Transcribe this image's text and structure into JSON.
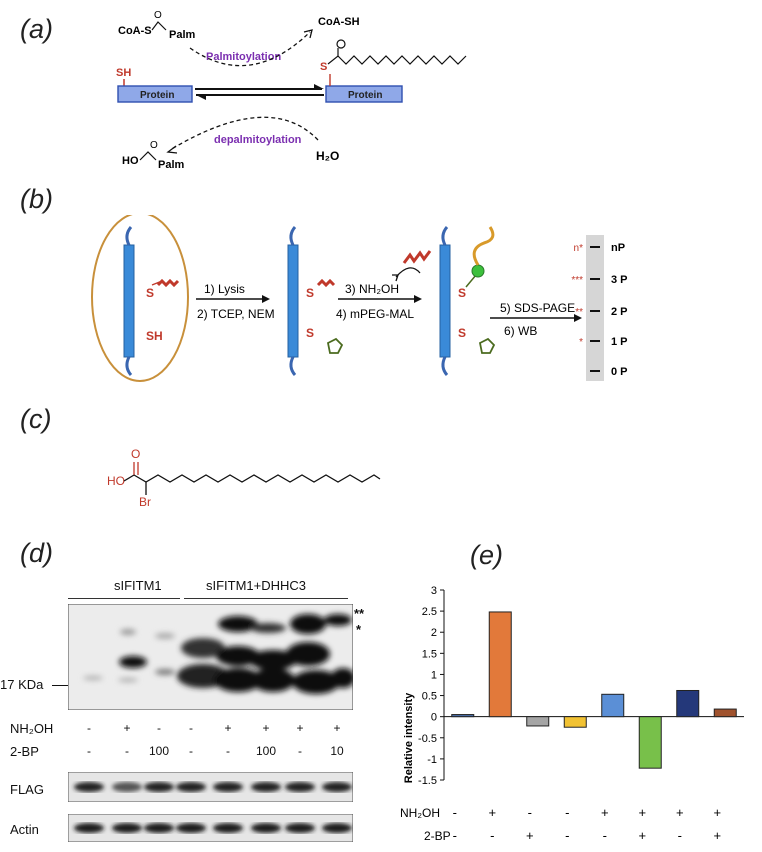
{
  "panels": {
    "a": {
      "label": "(a)",
      "coa_palm": "CoA-S",
      "palm1": "Palm",
      "coa_sh": "CoA-SH",
      "palmitoylation": "Palmitoylation",
      "depalmitoylation": "depalmitoylation",
      "protein_left": "Protein",
      "protein_right": "Protein",
      "sh": "SH",
      "s": "S",
      "ho": "HO",
      "palm2": "Palm",
      "water": "H₂O"
    },
    "b": {
      "label": "(b)",
      "s1": "S",
      "sh1": "SH",
      "s2": "S",
      "s3": "S",
      "s4": "S",
      "s5": "S",
      "step1": "1) Lysis",
      "step2": "2) TCEP, NEM",
      "step3": "3) NH₂OH",
      "step4": "4) mPEG-MAL",
      "step5": "5) SDS-PAGE",
      "step6": "6) WB",
      "lanes": [
        {
          "mark": "n*",
          "label": "nP"
        },
        {
          "mark": "***",
          "label": "3 P"
        },
        {
          "mark": "**",
          "label": "2 P"
        },
        {
          "mark": "*",
          "label": "1 P"
        },
        {
          "mark": "",
          "label": "0 P"
        }
      ]
    },
    "c": {
      "label": "(c)",
      "ho": "HO",
      "br": "Br"
    },
    "d": {
      "label": "(d)",
      "group1": "sIFITM1",
      "group2": "sIFITM1+DHHC3",
      "double_star": "**",
      "single_star": "*",
      "marker": "17 KDa",
      "nh2oh_label": "NH₂OH",
      "bp_label": "2-BP",
      "nh2oh": [
        "-",
        "+",
        "-",
        "-",
        "+",
        "+",
        "+",
        "+"
      ],
      "bp": [
        "-",
        "-",
        "100",
        "-",
        "-",
        "100",
        "-",
        "10"
      ],
      "flag": "FLAG",
      "actin": "Actin"
    },
    "e": {
      "label": "(e)",
      "nh2oh_label": "NH₂OH",
      "bp_label": "2-BP",
      "nh2oh": [
        "-",
        "+",
        "-",
        "-",
        "+",
        "+",
        "+",
        "+"
      ],
      "bp": [
        "-",
        "-",
        "+",
        "-",
        "-",
        "+",
        "-",
        "+"
      ]
    }
  },
  "chart_data": {
    "type": "bar",
    "ylabel": "Relative intensity",
    "ylim": [
      -1.5,
      3
    ],
    "yticks": [
      "3",
      "2.5",
      "2",
      "1.5",
      "1",
      "0.5",
      "0",
      "-0.5",
      "-1",
      "-1.5"
    ],
    "values": [
      0.05,
      2.48,
      -0.22,
      -0.25,
      0.53,
      -1.22,
      0.62,
      0.18
    ],
    "colors": [
      "#4a6ea8",
      "#e2793a",
      "#a5a5a5",
      "#f2c233",
      "#5b8fd6",
      "#78c04a",
      "#24387a",
      "#a0522d"
    ]
  }
}
